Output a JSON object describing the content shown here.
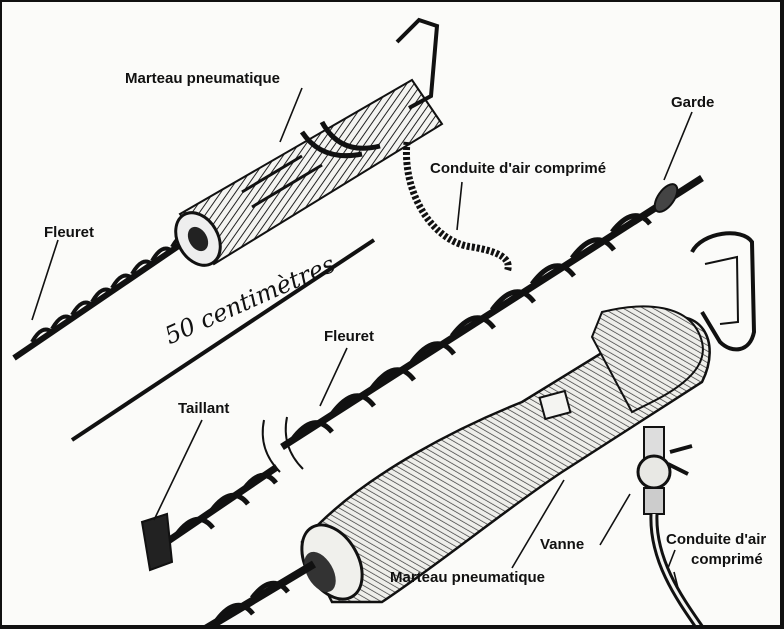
{
  "labels": {
    "top_hammer": "Marteau pneumatique",
    "top_hose": "Conduite d'air comprimé",
    "guard": "Garde",
    "left_drill": "Fleuret",
    "middle_drill": "Fleuret",
    "bit": "Taillant",
    "valve": "Vanne",
    "bottom_hose_line1": "Conduite d'air",
    "bottom_hose_line2": "comprimé",
    "bottom_hammer": "Marteau pneumatique"
  },
  "scale": {
    "text": "50 centimètres"
  },
  "colors": {
    "ink": "#111111",
    "paper": "#fbfbf9",
    "shade": "#2a2a2a"
  }
}
